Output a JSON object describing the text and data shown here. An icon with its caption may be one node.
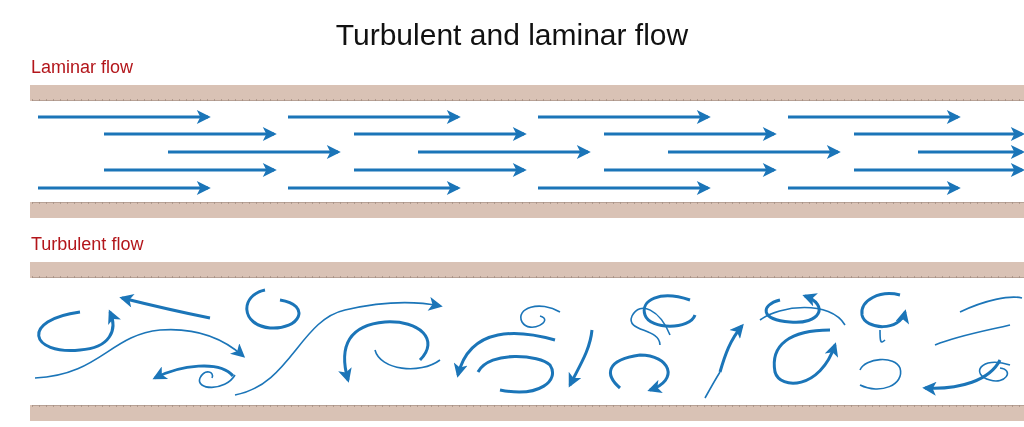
{
  "diagram": {
    "title": "Turbulent and laminar flow",
    "labels": [
      "Laminar flow",
      "Turbulent flow"
    ]
  }
}
